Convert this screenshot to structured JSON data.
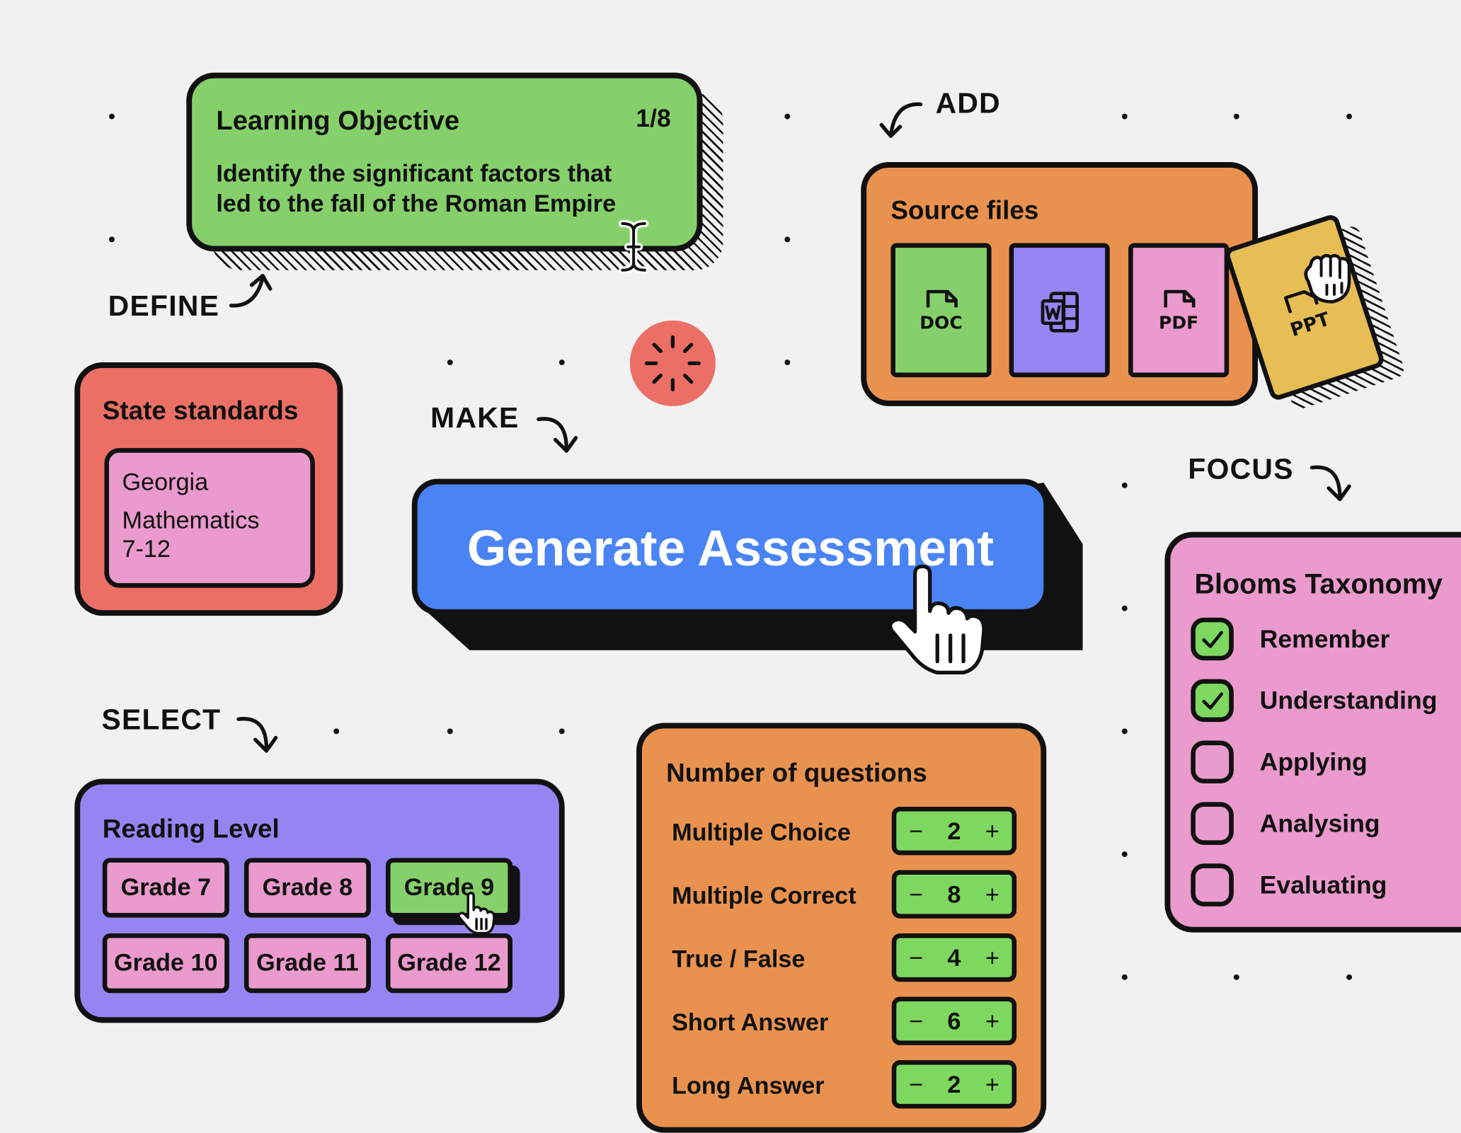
{
  "steps": {
    "define": "DEFINE",
    "add": "ADD",
    "make": "MAKE",
    "focus": "FOCUS",
    "select": "SELECT"
  },
  "objective": {
    "title": "Learning Objective",
    "counter": "1/8",
    "text_line1": "Identify the significant factors that",
    "text_line2": "led to the fall of the Roman Empire"
  },
  "sources": {
    "title": "Source files",
    "files": [
      {
        "label": "DOC",
        "color": "#86d06b"
      },
      {
        "label": "",
        "icon": "word-icon",
        "color": "#9585f2"
      },
      {
        "label": "PDF",
        "color": "#ea9acd"
      },
      {
        "label": "PPT",
        "color": "#e7bd56"
      }
    ]
  },
  "standards": {
    "title": "State standards",
    "line1": "Georgia",
    "line2": "Mathematics",
    "line3": "7-12"
  },
  "generate": {
    "label": "Generate Assessment",
    "color": "#4a84f4"
  },
  "blooms": {
    "title": "Blooms Taxonomy",
    "items": [
      {
        "label": "Remember",
        "checked": true
      },
      {
        "label": "Understanding",
        "checked": true
      },
      {
        "label": "Applying",
        "checked": false
      },
      {
        "label": "Analysing",
        "checked": false
      },
      {
        "label": "Evaluating",
        "checked": false
      }
    ]
  },
  "reading": {
    "title": "Reading Level",
    "grades": [
      "Grade 7",
      "Grade 8",
      "Grade 9",
      "Grade 10",
      "Grade 11",
      "Grade 12"
    ],
    "selected": "Grade 9"
  },
  "questions": {
    "title": "Number of questions",
    "rows": [
      {
        "label": "Multiple Choice",
        "value": "2"
      },
      {
        "label": "Multiple Correct",
        "value": "8"
      },
      {
        "label": "True / False",
        "value": "4"
      },
      {
        "label": "Short Answer",
        "value": "6"
      },
      {
        "label": "Long Answer",
        "value": "2"
      }
    ],
    "minus": "−",
    "plus": "+"
  },
  "colors": {
    "green": "#86d06b",
    "orange": "#e9924f",
    "red": "#ec6f66",
    "pink": "#ea9acd",
    "purple": "#9585f2",
    "blue": "#4a84f4",
    "yellow": "#e7bd56"
  }
}
